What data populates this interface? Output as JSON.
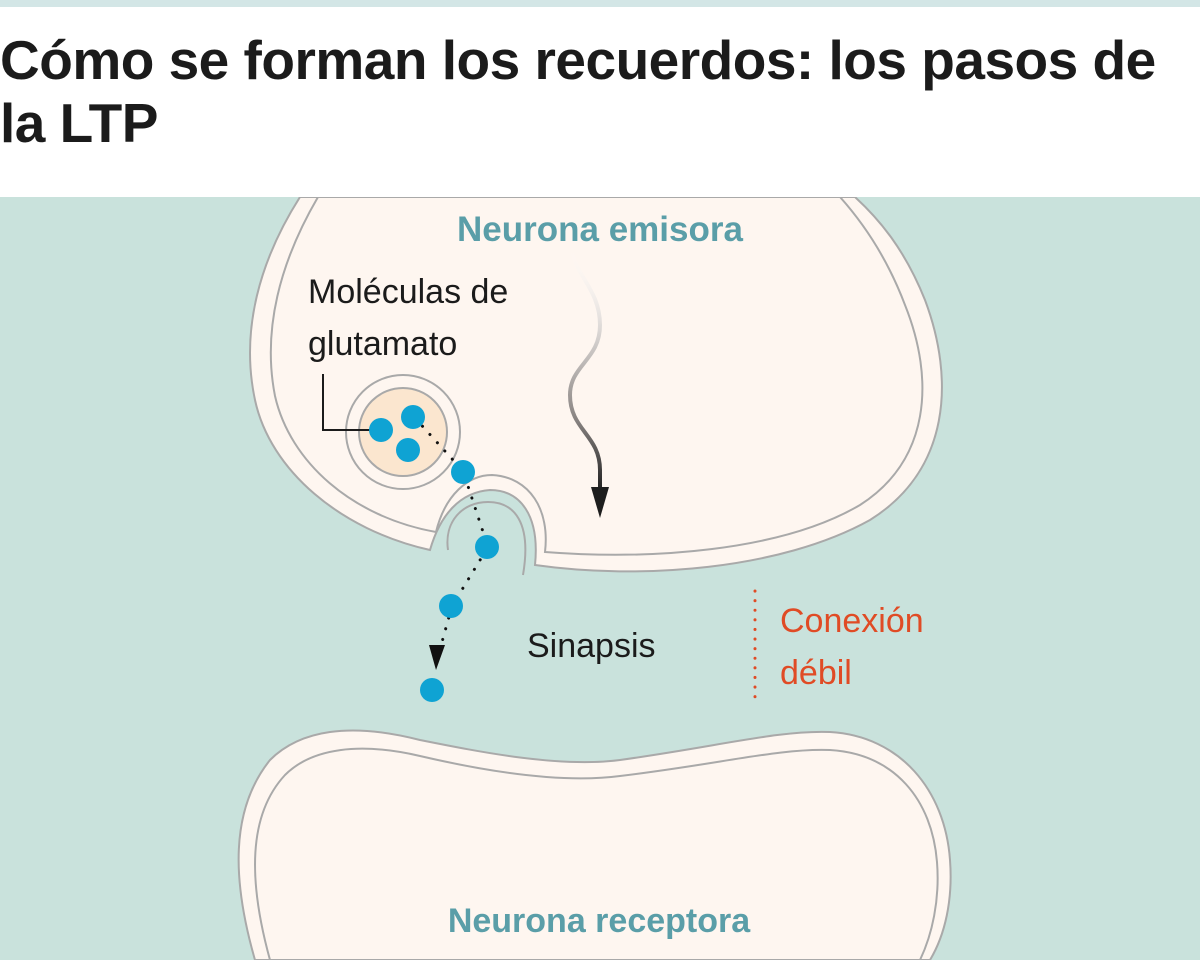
{
  "title": "Cómo se forman los recuerdos: los pasos de la LTP",
  "diagram": {
    "labels": {
      "sending_neuron": "Neurona emisora",
      "glutamate_line1": "Moléculas de",
      "glutamate_line2": "glutamato",
      "synapse": "Sinapsis",
      "connection_line1": "Conexión",
      "connection_line2": "débil",
      "receiving_neuron": "Neurona receptora"
    },
    "colors": {
      "background": "#c9e2dc",
      "neuron_fill": "#fef6f0",
      "membrane_stroke": "#a9a9a9",
      "vesicle_fill": "#fbe6cf",
      "molecule": "#0fa3d3",
      "neuron_label": "#5a9ea8",
      "connection_label": "#e04b25",
      "text": "#1b1b1b"
    }
  }
}
